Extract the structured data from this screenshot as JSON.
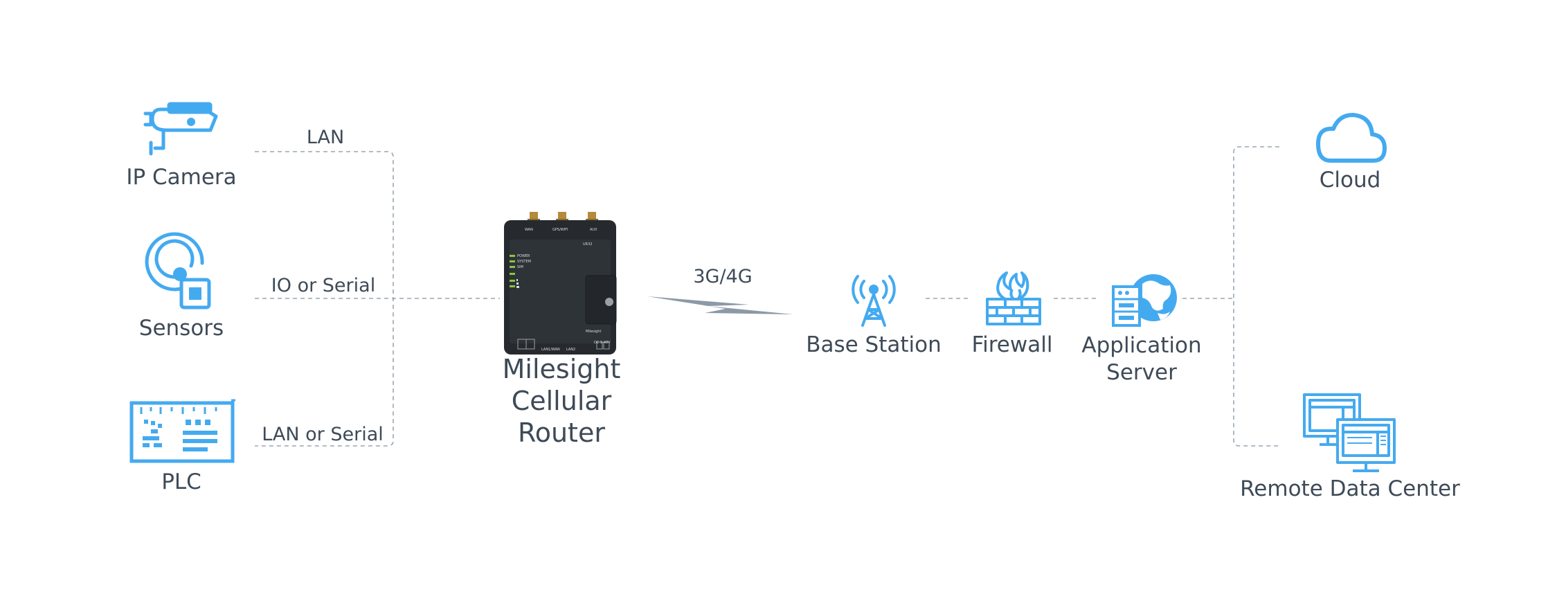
{
  "devices": {
    "ip_camera": "IP Camera",
    "sensors": "Sensors",
    "plc": "PLC"
  },
  "connections": {
    "lan": "LAN",
    "io_serial": "IO or Serial",
    "lan_serial": "LAN or Serial",
    "cellular": "3G/4G"
  },
  "router": {
    "line1": "Milesight",
    "line2": "Cellular",
    "line3": "Router",
    "panel": {
      "port_wan": "WAN",
      "port_gps": "GPS/WIFI",
      "port_aux": "AUX",
      "model": "UR32",
      "led_power": "POWER",
      "led_system": "SYSTEM",
      "led_sim": "SIM",
      "port_lan_wan": "LAN1/WAN",
      "port_lan2": "LAN2",
      "port_dc": "DC 9-48V",
      "brand": "Milesight"
    }
  },
  "network": {
    "base_station": "Base Station",
    "firewall": "Firewall",
    "app_server_line1": "Application",
    "app_server_line2": "Server"
  },
  "destinations": {
    "cloud": "Cloud",
    "remote_dc": "Remote Data Center"
  },
  "colors": {
    "icon_blue": "#44aaf0",
    "line_gray": "#98a6b4",
    "text": "#3e4a57",
    "router_body": "#262a2e",
    "led_green": "#8bc53f"
  }
}
